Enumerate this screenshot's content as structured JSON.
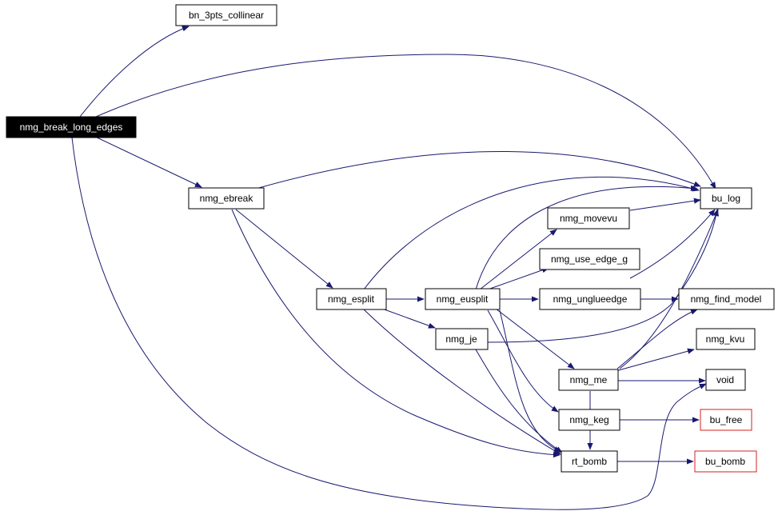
{
  "graph": {
    "colors": {
      "edge": "#191970",
      "root_fill": "#000000",
      "node_border": "#000000",
      "external_border": "#d42020"
    },
    "nodes": {
      "nmg_break_long_edges": "nmg_break_long_edges",
      "bn_3pts_collinear": "bn_3pts_collinear",
      "nmg_ebreak": "nmg_ebreak",
      "bu_log": "bu_log",
      "nmg_movevu": "nmg_movevu",
      "nmg_use_edge_g": "nmg_use_edge_g",
      "nmg_esplit": "nmg_esplit",
      "nmg_eusplit": "nmg_eusplit",
      "nmg_unglueedge": "nmg_unglueedge",
      "nmg_find_model": "nmg_find_model",
      "nmg_je": "nmg_je",
      "nmg_kvu": "nmg_kvu",
      "nmg_me": "nmg_me",
      "void": "void",
      "nmg_keg": "nmg_keg",
      "bu_free": "bu_free",
      "rt_bomb": "rt_bomb",
      "bu_bomb": "bu_bomb"
    }
  }
}
